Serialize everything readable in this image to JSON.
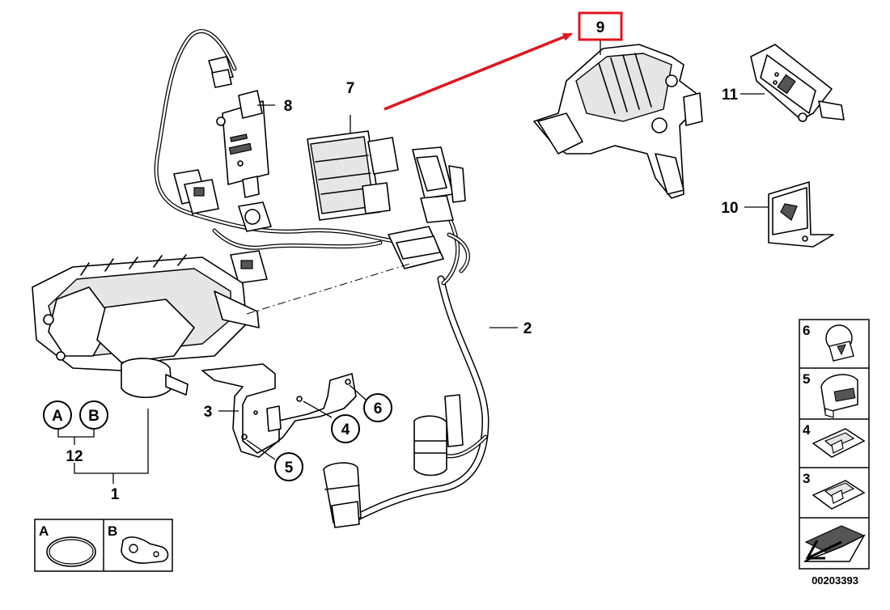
{
  "labels": {
    "p1": "1",
    "p2": "2",
    "p3": "3",
    "p4": "4",
    "p5": "5",
    "p6": "6",
    "p7": "7",
    "p8": "8",
    "p9": "9",
    "p10": "10",
    "p11": "11",
    "p12": "12",
    "circle_a": "A",
    "circle_b": "B",
    "inset_a": "A",
    "inset_b": "B"
  },
  "side_panel": {
    "items": [
      "6",
      "5",
      "4",
      "3"
    ]
  },
  "diagram_code": "00203393",
  "colors": {
    "highlight": "#e0141e",
    "line": "#000000",
    "background": "#ffffff"
  }
}
